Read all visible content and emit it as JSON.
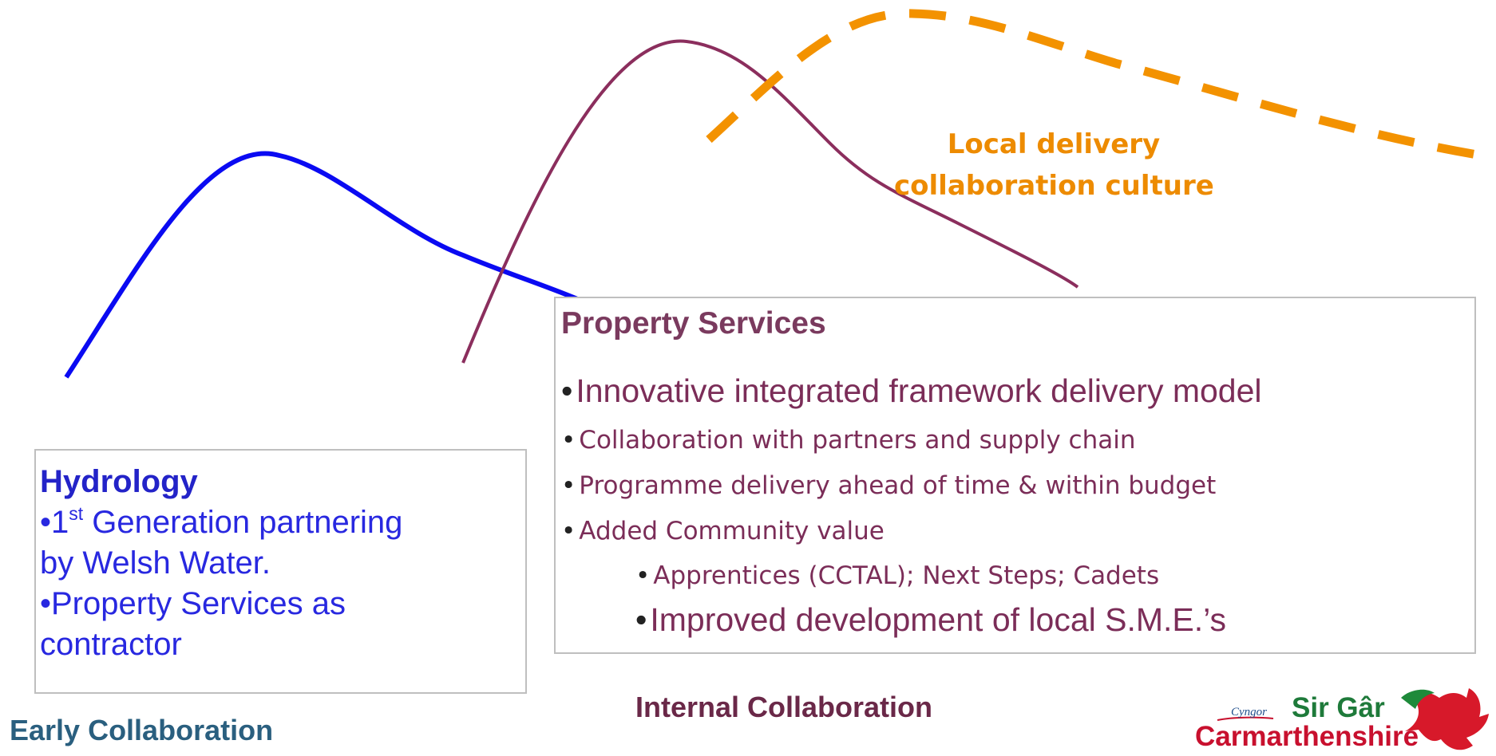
{
  "diagram": {
    "curves": [
      {
        "name": "early-collaboration-curve",
        "color": "#0A0AF2",
        "style": "solid"
      },
      {
        "name": "internal-collaboration-curve",
        "color": "#8B2E5D",
        "style": "solid"
      },
      {
        "name": "local-delivery-curve",
        "color": "#F39200",
        "style": "dashed"
      }
    ],
    "culture_label": {
      "line1": "Local delivery",
      "line2": "collaboration culture"
    }
  },
  "hydrology": {
    "title": "Hydrology",
    "item1_sup": "st",
    "item1_pre": "•1",
    "item1_rest": " Generation partnering",
    "item1_line2": "by Welsh Water.",
    "item2_line1": "•Property Services as",
    "item2_line2": "contractor"
  },
  "property": {
    "title": "Property Services",
    "items": [
      "Innovative integrated framework delivery model",
      "Collaboration with partners and supply chain",
      "Programme delivery ahead of time & within budget",
      "Added Community value",
      "Apprentices (CCTAL); Next Steps; Cadets",
      "Improved development of local S.M.E.’s"
    ]
  },
  "labels": {
    "early": "Early Collaboration",
    "internal": "Internal Collaboration"
  },
  "logo": {
    "cyngor": "Cyngor",
    "sirgar": "Sir Gâr",
    "carmarthenshire": "Carmarthenshire"
  },
  "colors": {
    "blue": "#0A0AF2",
    "plum": "#8B2E5D",
    "orange": "#F39200"
  }
}
